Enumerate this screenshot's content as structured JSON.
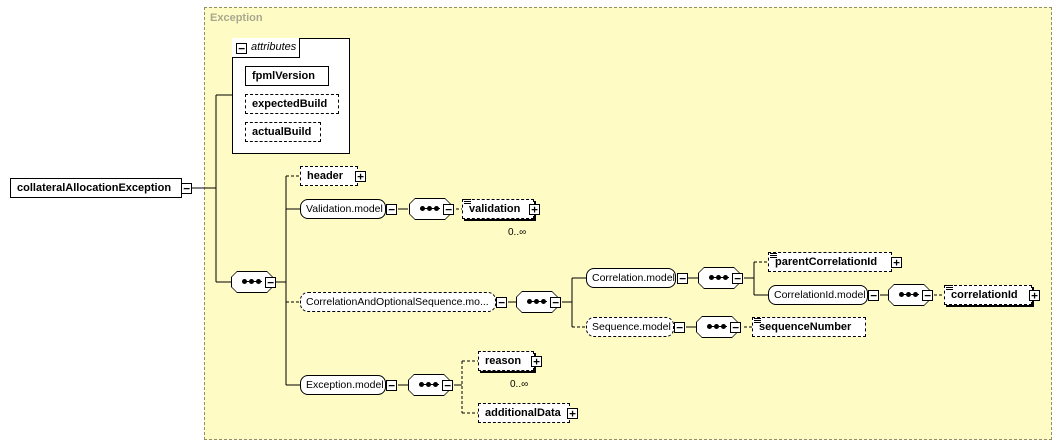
{
  "root": {
    "name": "collateralAllocationException"
  },
  "complex_type": {
    "name": "Exception"
  },
  "attributes": {
    "title": "attributes",
    "items": [
      "fpmlVersion",
      "expectedBuild",
      "actualBuild"
    ]
  },
  "elements": {
    "header": "header",
    "validation": "validation",
    "parentCorrelationId": "parentCorrelationId",
    "correlationId": "correlationId",
    "sequenceNumber": "sequenceNumber",
    "reason": "reason",
    "additionalData": "additionalData"
  },
  "groups": {
    "validation_model": "Validation.model",
    "corr_seq": "CorrelationAndOptionalSequence.mo...",
    "correlation_model": "Correlation.model",
    "correlation_id_model": "CorrelationId.model",
    "sequence_model": "Sequence.model",
    "exception_model": "Exception.model"
  },
  "occurrence": {
    "validation": "0..∞",
    "reason": "0..∞"
  },
  "toggle_symbols": {
    "collapse": "−",
    "expand": "+"
  }
}
